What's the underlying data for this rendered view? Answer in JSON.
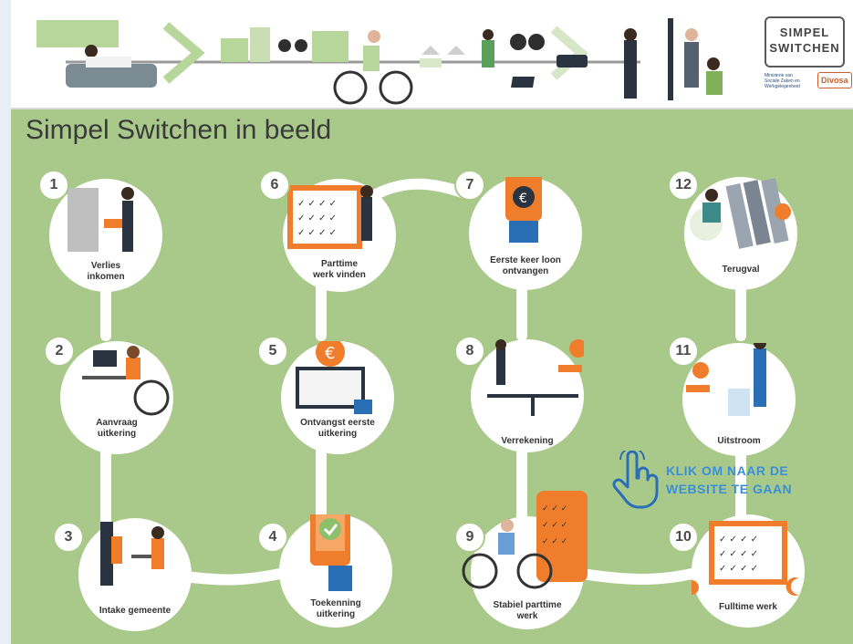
{
  "brand": {
    "logo_text_line1": "SIMPEL",
    "logo_text_line2": "SWITCHEN",
    "partner_ministry": "Ministerie van Sociale Zaken en Werkgelegenheid",
    "partner_divosa": "Divosa"
  },
  "page": {
    "title": "Simpel Switchen in beeld"
  },
  "steps": [
    {
      "number": "1",
      "label": "Verlies inkomen"
    },
    {
      "number": "2",
      "label": "Aanvraag uitkering"
    },
    {
      "number": "3",
      "label": "Intake gemeente"
    },
    {
      "number": "4",
      "label": "Toekenning uitkering"
    },
    {
      "number": "5",
      "label": "Ontvangst eerste uitkering"
    },
    {
      "number": "6",
      "label": "Parttime werk vinden"
    },
    {
      "number": "7",
      "label": "Eerste keer loon ontvangen"
    },
    {
      "number": "8",
      "label": "Verrekening"
    },
    {
      "number": "9",
      "label": "Stabiel parttime werk"
    },
    {
      "number": "10",
      "label": "Fulltime werk"
    },
    {
      "number": "11",
      "label": "Uitstroom"
    },
    {
      "number": "12",
      "label": "Terugval"
    }
  ],
  "cta": {
    "line1": "KLIK OM NAAR DE",
    "line2": "WEBSITE TE GAAN"
  },
  "colors": {
    "background_green": "#a9c98a",
    "accent_orange": "#ef7d2c",
    "accent_blue": "#2a6fb5",
    "cta_blue": "#3a8fd8"
  }
}
